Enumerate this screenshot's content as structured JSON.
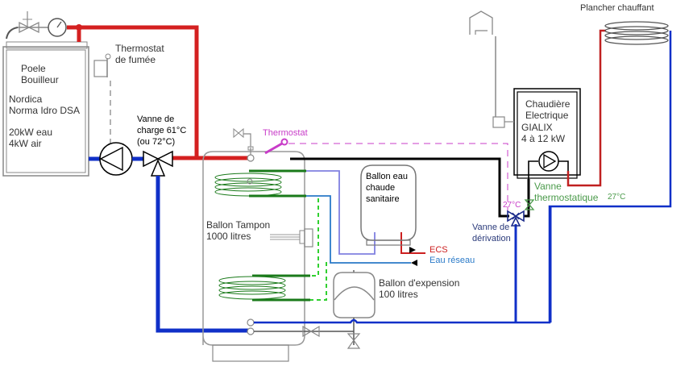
{
  "diagram": {
    "title": "Schéma hydraulique chauffage",
    "colors": {
      "hot_pipe": "#d42020",
      "cold_pipe": "#1030c8",
      "coil": "#1a7a1a",
      "coil_dotted": "#30d030",
      "thermostat": "#c83cc8",
      "ecs_pipe": "#cc2020",
      "network_pipe": "#2a7ac8",
      "dhw_loop": "#8080e0",
      "black_pipe": "#000000",
      "equipment": "#888888"
    },
    "stove": {
      "line1": "Poele",
      "line2": "Bouilleur",
      "line3": "Nordica",
      "line4": "Norma Idro DSA",
      "line5": "20kW eau",
      "line6": "4kW  air"
    },
    "smoke_thermostat": {
      "line1": "Thermostat",
      "line2": "de fumée"
    },
    "charge_valve": {
      "line1": "Vanne de",
      "line2": "charge 61°C",
      "line3": "(ou 72°C)"
    },
    "buffer_tank": {
      "line1": "Ballon Tampon",
      "line2": "1000 litres"
    },
    "tank_thermostat": {
      "label": "Thermostat"
    },
    "dhw_tank": {
      "line1": "Ballon eau",
      "line2": "chaude",
      "line3": "sanitaire"
    },
    "outputs": {
      "ecs": "ECS",
      "network": "Eau réseau"
    },
    "expansion_tank": {
      "line1": "Ballon d'expension",
      "line2": "100 litres"
    },
    "electric_boiler": {
      "line1": "Chaudière",
      "line2": "Electrique",
      "line3": "GIALIX",
      "line4": "4 à 12 kW"
    },
    "floor_heating": {
      "label": "Plancher chauffant"
    },
    "thermostatic_valve": {
      "line1": "Vanne",
      "line2": "thermostatique",
      "temp": "27°C"
    },
    "bypass_valve": {
      "temp": "27°C",
      "line1": "Vanne de",
      "line2": "dérivation"
    }
  }
}
